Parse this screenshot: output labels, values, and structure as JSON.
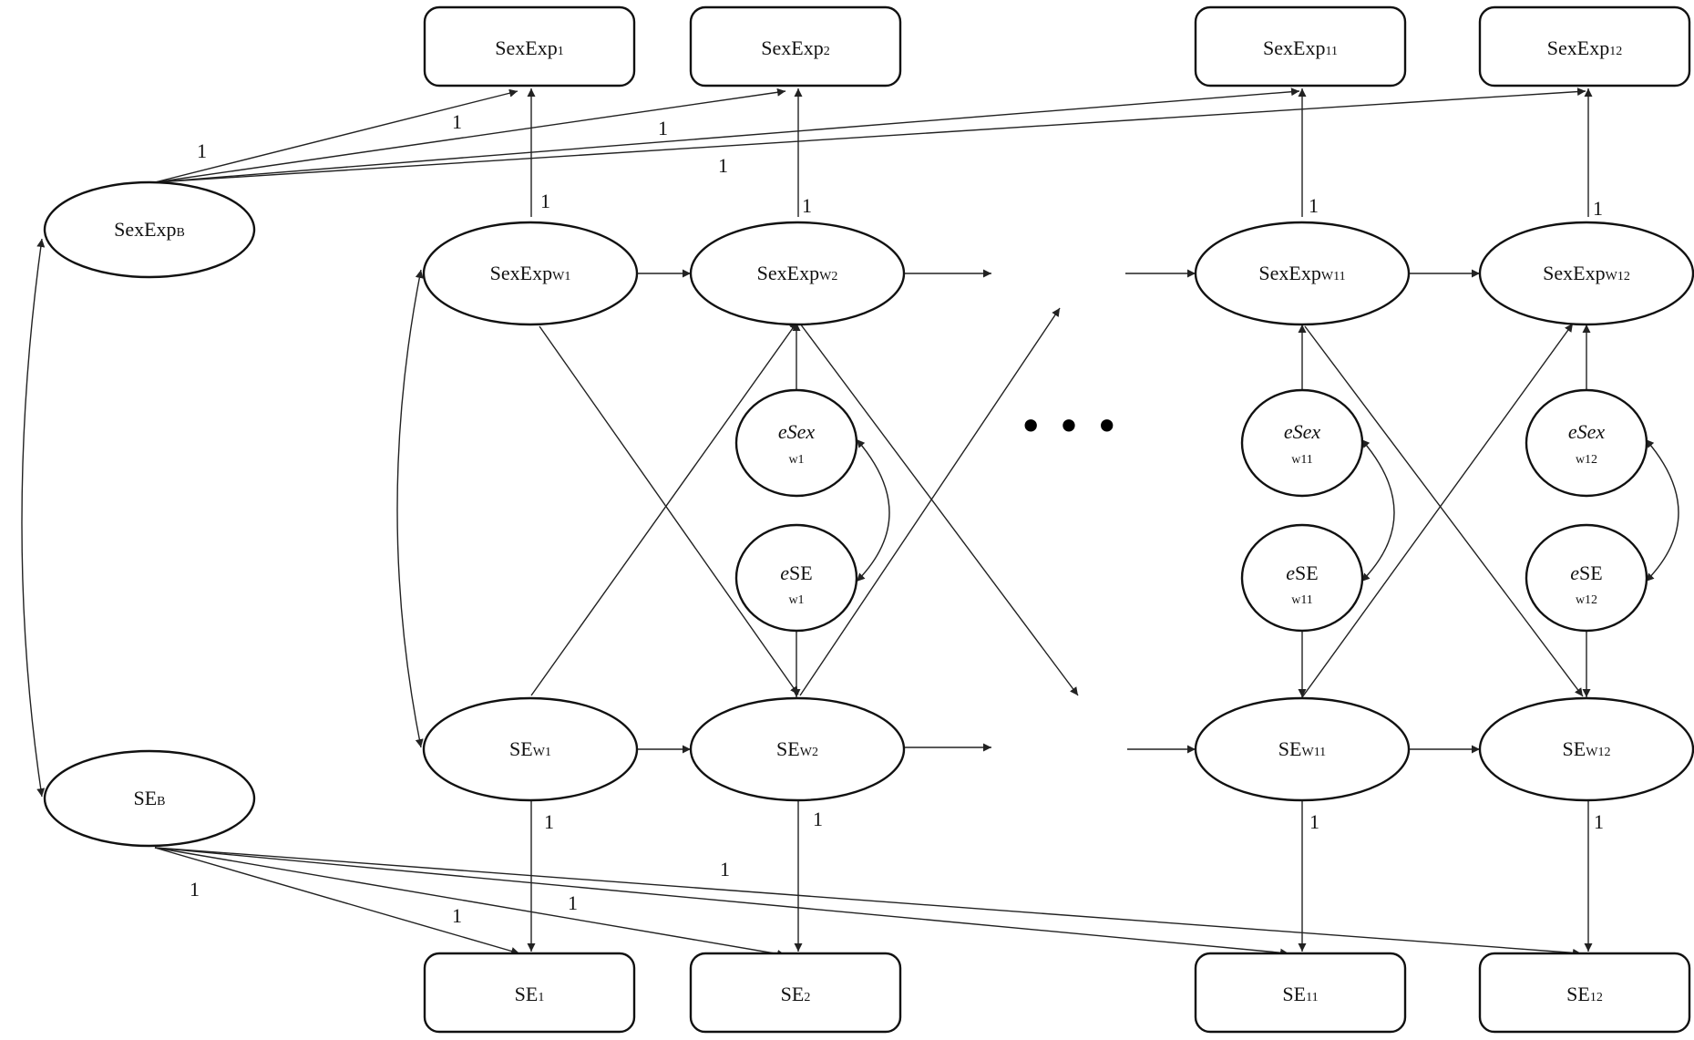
{
  "nodes": {
    "obs_sex_1": {
      "main": "SexExp",
      "sub": "1"
    },
    "obs_sex_2": {
      "main": "SexExp",
      "sub": "2"
    },
    "obs_sex_11": {
      "main": "SexExp",
      "sub": "11"
    },
    "obs_sex_12": {
      "main": "SexExp",
      "sub": "12"
    },
    "sex_b": {
      "main": "SexExp",
      "sub": "B"
    },
    "sex_w1": {
      "main": "SexExp",
      "sub": "W1"
    },
    "sex_w2": {
      "main": "SexExp",
      "sub": "W2"
    },
    "sex_w11": {
      "main": "SexExp",
      "sub": "W11"
    },
    "sex_w12": {
      "main": "SexExp",
      "sub": "W12"
    },
    "esex_w1": {
      "main": "eSex",
      "sub": "w1"
    },
    "esex_w11": {
      "main": "eSex",
      "sub": "w11"
    },
    "esex_w12": {
      "main": "eSex",
      "sub": "w12"
    },
    "ese_w1": {
      "main_e": "e",
      "main_rest": "SE",
      "sub": "w1"
    },
    "ese_w11": {
      "main_e": "e",
      "main_rest": "SE",
      "sub": "w11"
    },
    "ese_w12": {
      "main_e": "e",
      "main_rest": "SE",
      "sub": "w12"
    },
    "se_b": {
      "main": "SE",
      "sub": "B"
    },
    "se_w1": {
      "main": "SE",
      "sub": "W1"
    },
    "se_w2": {
      "main": "SE",
      "sub": "W2"
    },
    "se_w11": {
      "main": "SE",
      "sub": "W11"
    },
    "se_w12": {
      "main": "SE",
      "sub": "W12"
    },
    "obs_se_1": {
      "main": "SE",
      "sub": "1"
    },
    "obs_se_2": {
      "main": "SE",
      "sub": "2"
    },
    "obs_se_11": {
      "main": "SE",
      "sub": "11"
    },
    "obs_se_12": {
      "main": "SE",
      "sub": "12"
    }
  },
  "loading_labels": {
    "sexb_1": "1",
    "sexb_2": "1",
    "sexb_3": "1",
    "sexb_4": "1",
    "sexw1": "1",
    "sexw2": "1",
    "sexw11": "1",
    "sexw12": "1",
    "sew1": "1",
    "sew2": "1",
    "sew11": "1",
    "sew12": "1",
    "seb_1": "1",
    "seb_2": "1",
    "seb_3": "1",
    "seb_4": "1"
  },
  "ellipsis": "• • •"
}
